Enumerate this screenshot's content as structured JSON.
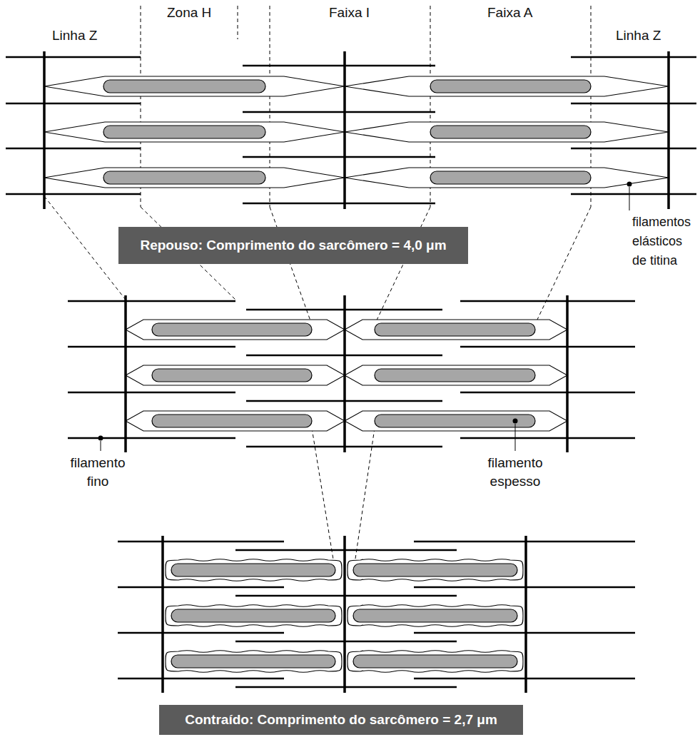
{
  "diagram": {
    "nodes": [
      {
        "text": [
          "Repouso: Comprimento do sarcômero = 4,0 μm"
        ]
      },
      {
        "text": [
          "Contraído: Comprimento do sarcômero = 2,7 μm"
        ]
      }
    ],
    "labels": [
      "Zona H",
      "Faixa I",
      "Faixa A",
      "Linha Z",
      "Linha Z",
      "filamentos elásticos de titina",
      "filamento fino",
      "filamento espesso"
    ]
  }
}
